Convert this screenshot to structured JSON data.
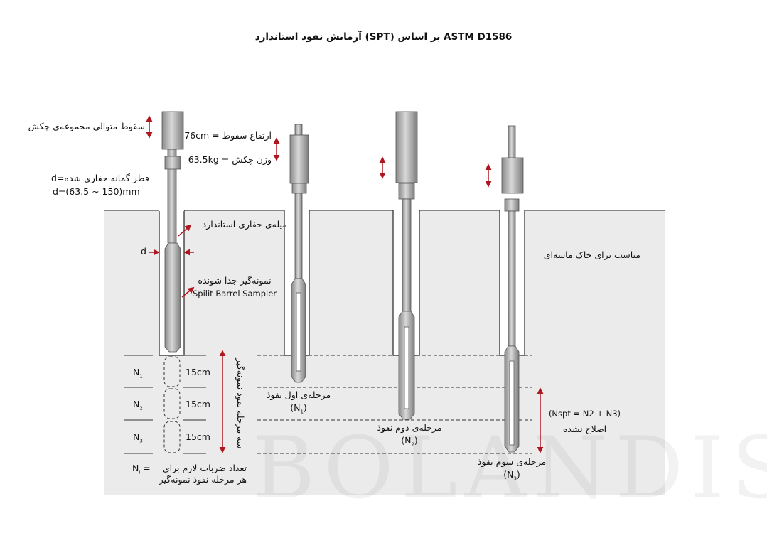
{
  "title": "آزمایش نفوذ استاندارد (SPT) بر اساس ASTM D1586",
  "watermark": "BOLANDIS",
  "labels": {
    "hammer_drops": "سقوط متوالی مجموعه‌ی چکش",
    "drop_height": "ارتفاع سقوط = 76cm",
    "hammer_weight": "وزن چکش = 63.5kg",
    "borehole_diameter": "قطر گمانه حفاری شده=d",
    "diameter_range": "d=(63.5 ~ 150)mm",
    "standard_rod": "میله‌ی حفاری استاندارد",
    "d": "d",
    "sampler_fa": "نمونه‌گیر جدا شونده",
    "sampler_en": "Spilit Barrel Sampler",
    "soil_note": "مناسب برای خاک ماسه‌ای",
    "three_stages": "سه مرحله نفوذ نمونه‌گیر",
    "blows_1": "تعداد ضربات لازم برای",
    "blows_2": "هر مرحله نفوذ نمونه‌گیر",
    "ni_eq": "= ",
    "uncorrected": "اصلاح نشده",
    "nspt": "(Nspt = N2 + N3)"
  },
  "intervals": [
    {
      "n": "N",
      "sub": "1",
      "len": "15cm"
    },
    {
      "n": "N",
      "sub": "2",
      "len": "15cm"
    },
    {
      "n": "N",
      "sub": "3",
      "len": "15cm"
    }
  ],
  "stages": [
    {
      "label": "مرحله‌ی اول نفوذ",
      "sym": "N",
      "sub": "1"
    },
    {
      "label": "مرحله‌ی دوم نفوذ",
      "sym": "N",
      "sub": "2"
    },
    {
      "label": "مرحله‌ی سوم نفوذ",
      "sym": "N",
      "sub": "3"
    }
  ],
  "colors": {
    "arrow": "#b0161f",
    "soil": "#ebebeb",
    "steel": "#9a9a9a"
  }
}
